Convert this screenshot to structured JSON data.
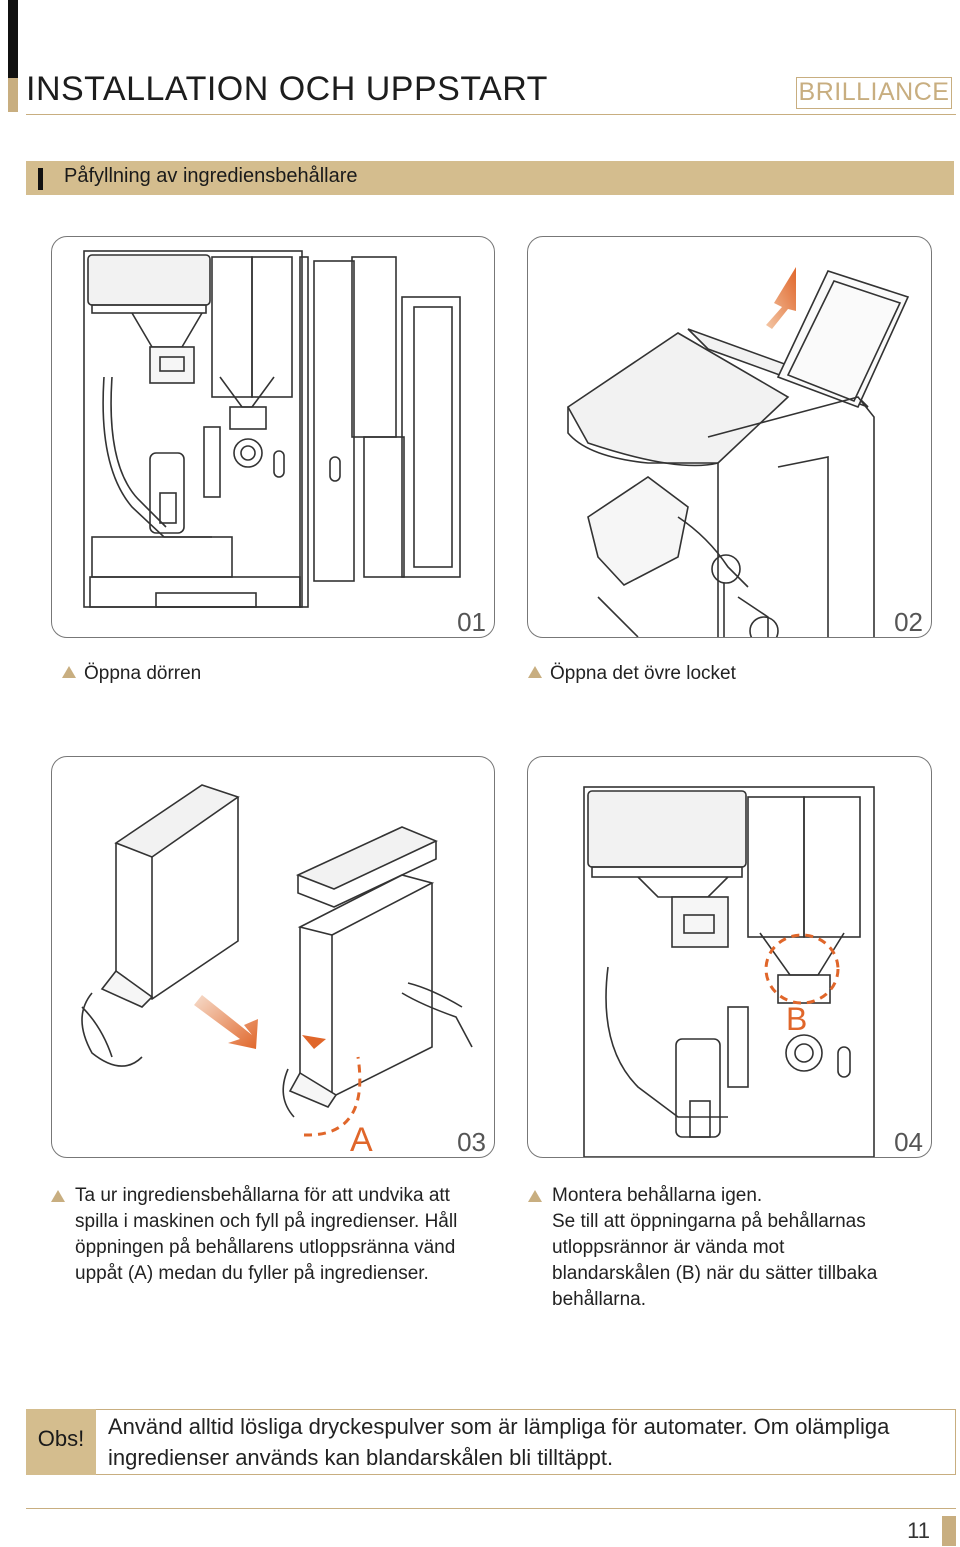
{
  "header": {
    "title": "INSTALLATION OCH UPPSTART",
    "brand": "BRILLIANCE"
  },
  "section": {
    "title": "Påfyllning av ingrediensbehållare"
  },
  "steps": [
    {
      "number": "01",
      "caption": "Öppna dörren"
    },
    {
      "number": "02",
      "caption": "Öppna det övre locket"
    },
    {
      "number": "03",
      "caption_lines": [
        "Ta ur ingrediensbehållarna för att undvika att",
        "spilla i maskinen och fyll på ingredienser. Håll",
        "öppningen på behållarens utloppsränna vänd",
        "uppåt (A) medan du fyller på ingredienser."
      ],
      "marker": "A"
    },
    {
      "number": "04",
      "caption_lines": [
        "Montera behållarna igen.",
        "Se till att öppningarna på behållarnas",
        "utloppsrännor är vända mot",
        "blandarskålen (B) när du sätter tillbaka",
        "behållarna."
      ],
      "marker": "B"
    }
  ],
  "note": {
    "label": "Obs!",
    "lines": [
      "Använd alltid lösliga dryckespulver som är lämpliga för automater. Om olämpliga",
      "ingredienser används kan blandarskålen bli tilltäppt."
    ]
  },
  "footer": {
    "page_number": "11"
  },
  "colors": {
    "accent_gold": "#c8ae80",
    "section_bar": "#d4bd8e",
    "highlight_orange": "#e0662a"
  }
}
